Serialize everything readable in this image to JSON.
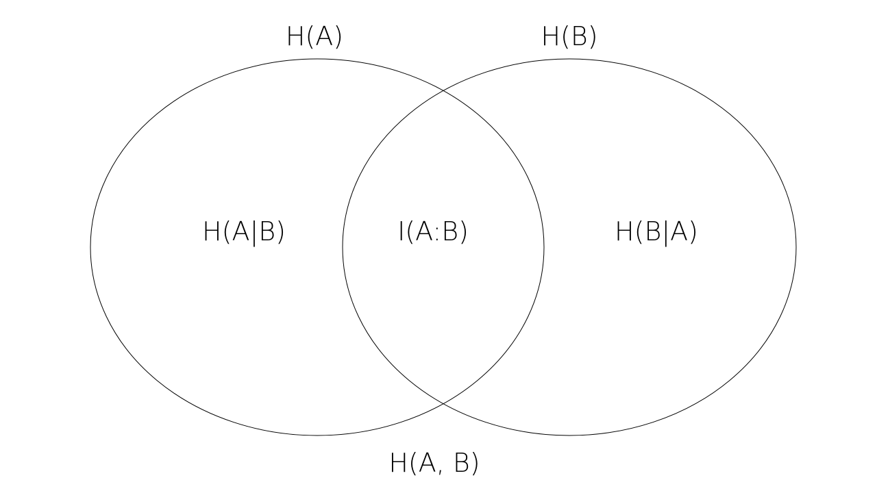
{
  "diagram": {
    "type": "venn",
    "sets": [
      {
        "id": "A",
        "label": "H(A)"
      },
      {
        "id": "B",
        "label": "H(B)"
      }
    ],
    "regions": {
      "a_only": "H(A|B)",
      "intersection": "I(A:B)",
      "b_only": "H(B|A)",
      "union": "H(A, B)"
    },
    "colors": {
      "stroke": "#000000",
      "background": "#ffffff"
    }
  }
}
